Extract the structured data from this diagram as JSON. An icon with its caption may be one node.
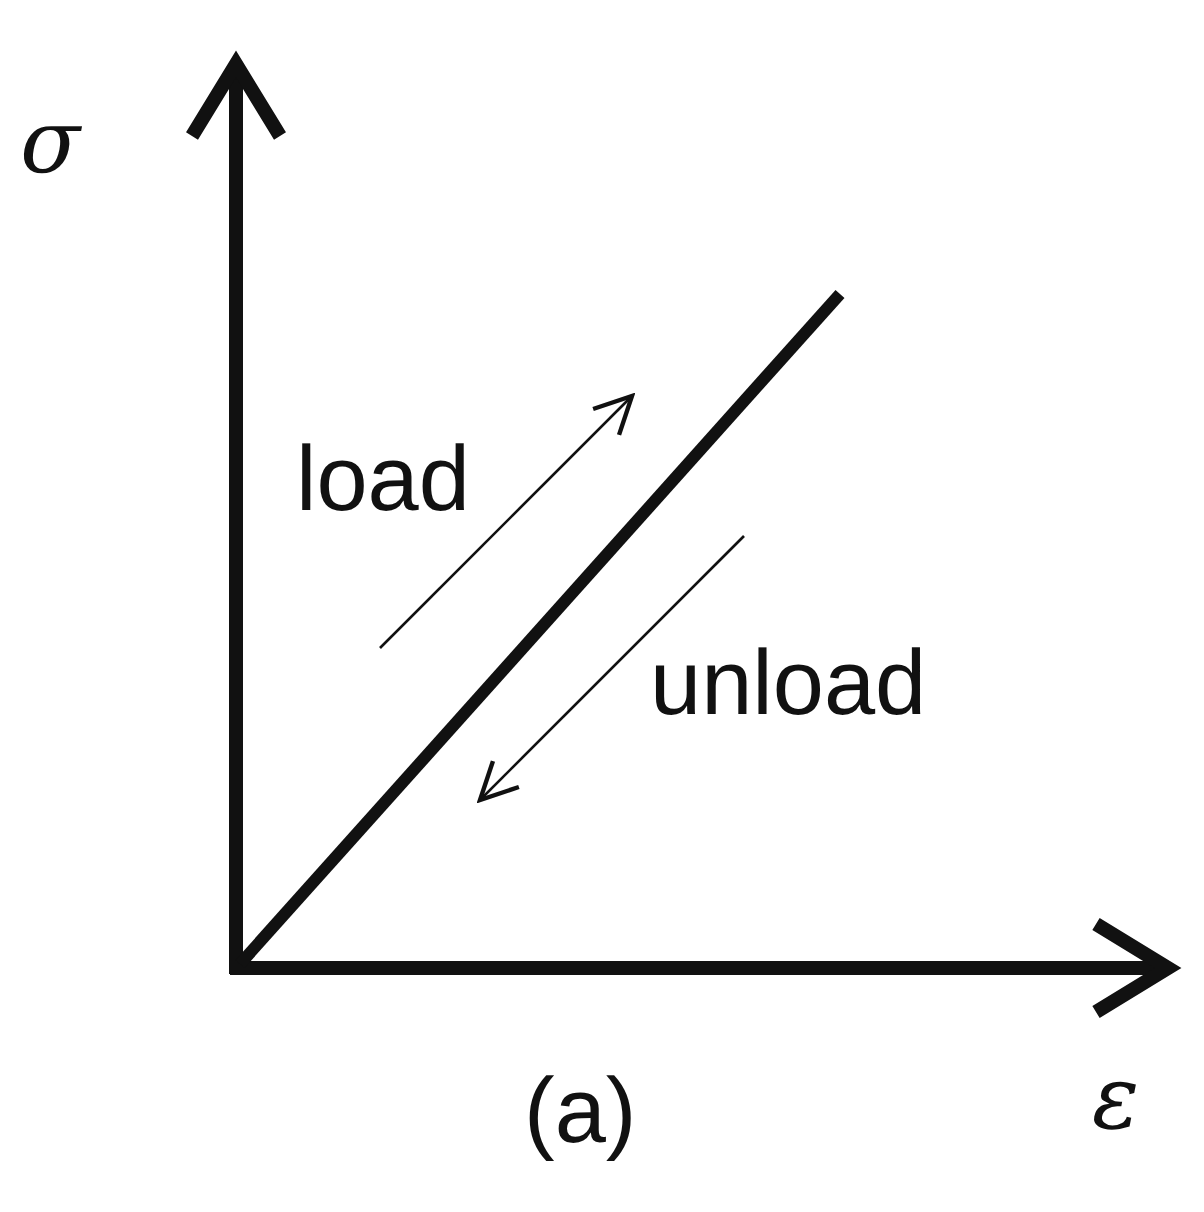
{
  "diagram": {
    "caption": "(a)",
    "labels": [
      "σ",
      "load",
      "unload",
      "ε"
    ]
  }
}
